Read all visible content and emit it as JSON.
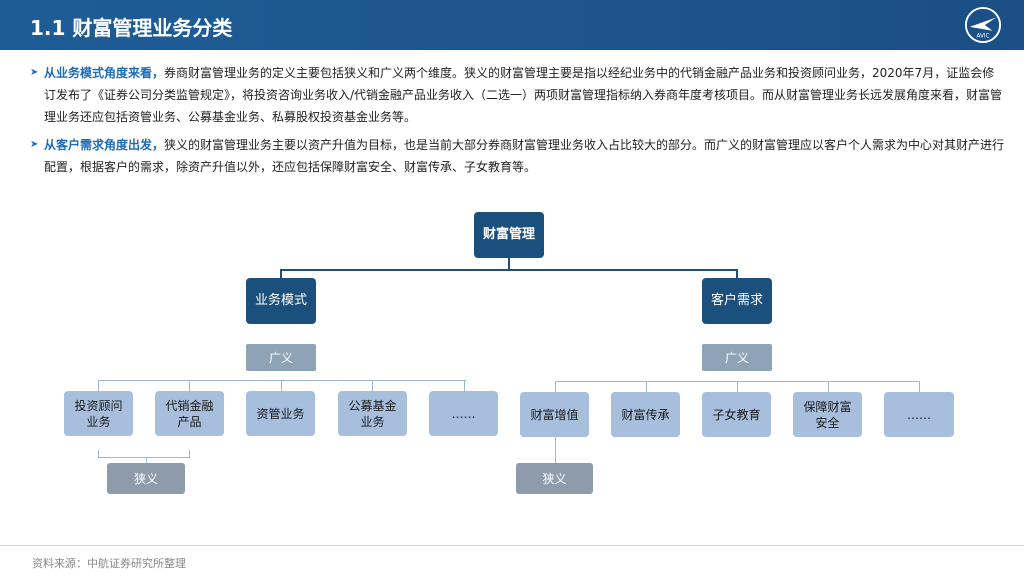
{
  "header": {
    "title": "1.1 财富管理业务分类",
    "logo_text": "AVIC"
  },
  "bullets": [
    {
      "lead": "从业务模式角度来看，",
      "text": "券商财富管理业务的定义主要包括狭义和广义两个维度。狭义的财富管理主要是指以经纪业务中的代销金融产品业务和投资顾问业务，2020年7月，证监会修订发布了《证券公司分类监管规定》，将投资咨询业务收入/代销金融产品业务收入（二选一）两项财富管理指标纳入券商年度考核项目。而从财富管理业务长远发展角度来看，财富管理业务还应包括资管业务、公募基金业务、私募股权投资基金业务等。"
    },
    {
      "lead": "从客户需求角度出发，",
      "text": "狭义的财富管理业务主要以资产升值为目标，也是当前大部分券商财富管理业务收入占比较大的部分。而广义的财富管理应以客户个人需求为中心对其财产进行配置，根据客户的需求，除资产升值以外，还应包括保障财富安全、财富传承、子女教育等。"
    }
  ],
  "diagram": {
    "root": "财富管理",
    "left": {
      "title": "业务模式",
      "broad_label": "广义",
      "items": [
        "投资顾问业务",
        "代销金融产品",
        "资管业务",
        "公募基金业务",
        "……"
      ],
      "narrow_label": "狭义"
    },
    "right": {
      "title": "客户需求",
      "broad_label": "广义",
      "items": [
        "财富增值",
        "财富传承",
        "子女教育",
        "保障财富安全",
        "……"
      ],
      "narrow_label": "狭义"
    }
  },
  "footer": {
    "source": "资料来源：中航证券研究所整理"
  },
  "colors": {
    "header": "#1f5c96",
    "node_dark": "#1b4f7c",
    "node_light": "#a7bfdc",
    "label_gray": "#8ea3b5",
    "accent_text": "#1e6bb8"
  }
}
